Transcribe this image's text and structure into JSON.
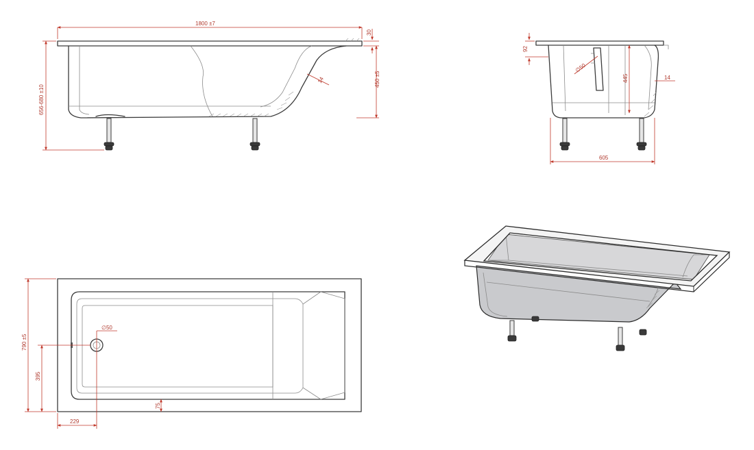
{
  "side_view": {
    "length": "1800 ±7",
    "rim_thickness": "30",
    "total_height": "656-680 ±10",
    "tub_depth": "450 ±5",
    "wall_thickness": "14"
  },
  "end_view": {
    "rim_height": "92",
    "drain_diameter": "∅50",
    "inner_depth": "445",
    "wall_thickness": "14",
    "leg_span": "605"
  },
  "top_view": {
    "width": "790 ±5",
    "drain_diameter": "∅50",
    "drain_y": "395",
    "drain_x": "229",
    "inner_offset": "75"
  }
}
